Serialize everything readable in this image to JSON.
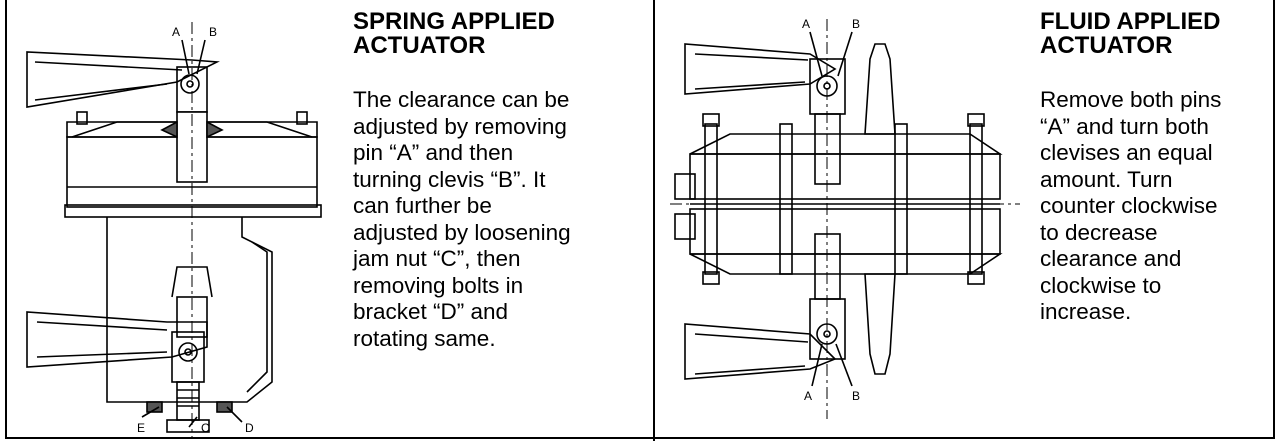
{
  "panels": [
    {
      "title_line1": "SPRING APPLIED",
      "title_line2": "ACTUATOR",
      "body": "The clearance can be\nadjusted by removing\npin “A” and then\nturning clevis “B”.  It\ncan further be\nadjusted by loosening\njam nut “C”, then\nremoving bolts in\nbracket “D” and\nrotating same.",
      "figure_labels": {
        "a": "A",
        "b": "B",
        "c": "C",
        "d": "D",
        "e": "E"
      }
    },
    {
      "title_line1": "FLUID APPLIED",
      "title_line2": "ACTUATOR",
      "body": "Remove both pins\n“A” and turn both\nclevises an equal\namount.  Turn\ncounter clockwise\nto decrease\nclearance and\nclockwise to\nincrease.",
      "figure_labels": {
        "a_top": "A",
        "b_top": "B",
        "a_bottom": "A",
        "b_bottom": "B"
      }
    }
  ]
}
